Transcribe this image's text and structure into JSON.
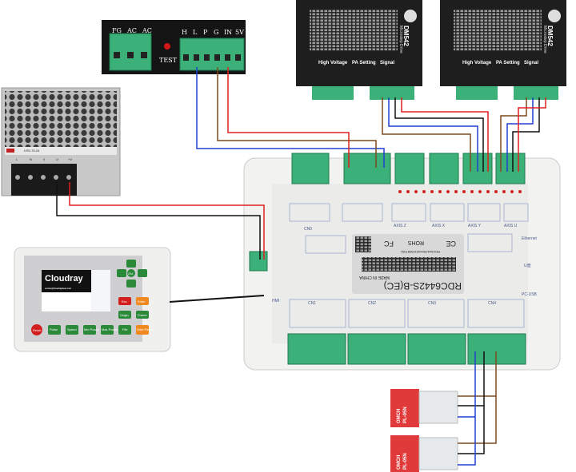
{
  "laser_psu": {
    "left_terminals": [
      "FG",
      "AC",
      "AC"
    ],
    "test_label": "TEST",
    "right_terminals": [
      "H",
      "L",
      "P",
      "G",
      "IN",
      "5V"
    ]
  },
  "drivers": [
    {
      "model": "DM542",
      "brand": "Microstep Drive",
      "sections": [
        "High Voltage",
        "PA Setting",
        "Signal"
      ]
    },
    {
      "model": "DM542",
      "brand": "Microstep Drive",
      "sections": [
        "High Voltage",
        "PA Setting",
        "Signal"
      ]
    }
  ],
  "power_supply": {
    "model": "LRS-75-24",
    "terminals": [
      "L",
      "N",
      "⏚",
      "-V",
      "+V"
    ]
  },
  "hmi": {
    "brand": "Cloudray",
    "website": "service@cloudraylaser.com",
    "buttons": [
      "Z/U",
      "Esc",
      "Enter",
      "Origin",
      "Frame",
      "Reset",
      "Pulse",
      "Speed",
      "Min Power",
      "Max Power",
      "File",
      "Start Pause"
    ]
  },
  "controller": {
    "model": "RDC6442S-B(EC)",
    "serial": "RDC6442S6442100087051",
    "made_in": "MADE IN CHINA",
    "rohs": "ROHS",
    "fc": "FC",
    "ce": "CE",
    "ports": [
      "Ethernet",
      "U盘",
      "PC-USB",
      "HMI"
    ],
    "bottom_connectors": [
      "CN0",
      "CN1",
      "CN2",
      "CN3",
      "CN4"
    ],
    "axis_labels": [
      "AXIS X",
      "AXIS Y",
      "AXIS Z",
      "AXIS U"
    ]
  },
  "sensors": [
    {
      "brand": "OMCH",
      "model": "PL-05N"
    },
    {
      "brand": "OMCH",
      "model": "PL-05N"
    }
  ],
  "wire_colors": {
    "red": "#e02020",
    "blue": "#2040d0",
    "brown": "#7a4a20",
    "black": "#111111"
  }
}
